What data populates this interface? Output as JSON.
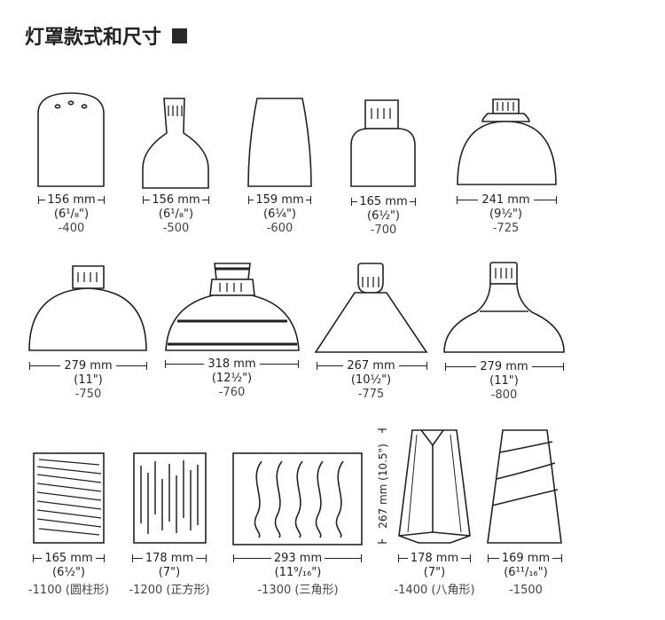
{
  "title": "灯罩款式和尺寸",
  "shades": [
    {
      "mm": "156 mm",
      "inch": "(6¹/₈\")",
      "code": "-400"
    },
    {
      "mm": "156 mm",
      "inch": "(6¹/₈\")",
      "code": "-500"
    },
    {
      "mm": "159 mm",
      "inch": "(6¼\")",
      "code": "-600"
    },
    {
      "mm": "165 mm",
      "inch": "(6½\")",
      "code": "-700"
    },
    {
      "mm": "241 mm",
      "inch": "(9½\")",
      "code": "-725"
    },
    {
      "mm": "279 mm",
      "inch": "(11\")",
      "code": "-750"
    },
    {
      "mm": "318 mm",
      "inch": "(12½\")",
      "code": "-760"
    },
    {
      "mm": "267 mm",
      "inch": "(10½\")",
      "code": "-775"
    },
    {
      "mm": "279 mm",
      "inch": "(11\")",
      "code": "-800"
    },
    {
      "mm": "165 mm",
      "inch": "(6½\")",
      "code": "-1100 (圆柱形)"
    },
    {
      "mm": "178 mm",
      "inch": "(7\")",
      "code": "-1200 (正方形)"
    },
    {
      "mm": "293 mm",
      "inch": "(11⁹/₁₆\")",
      "code": "-1300 (三角形)"
    },
    {
      "mm": "178 mm",
      "inch": "(7\")",
      "code": "-1400 (八角形)"
    },
    {
      "mm": "169 mm",
      "inch": "(6¹¹/₁₆\")",
      "code": "-1500"
    }
  ],
  "height_label": "267 mm (10.5\")"
}
